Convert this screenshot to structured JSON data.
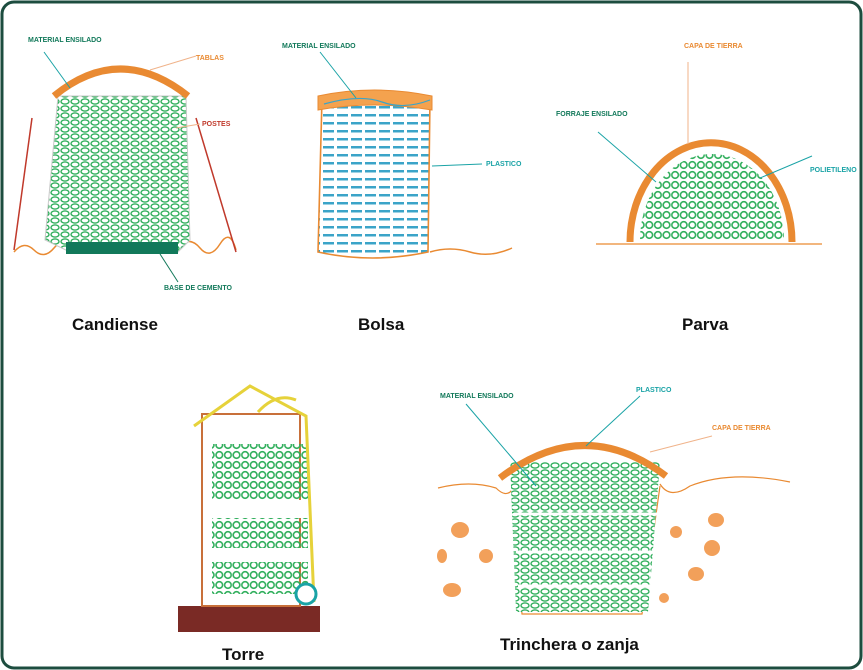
{
  "colors": {
    "frame": "#1d4d3f",
    "green": "#2fae5b",
    "dark_green": "#12795a",
    "orange": "#e98a32",
    "teal": "#1aa3a6",
    "red": "#c0392b",
    "yellow": "#e6d23a",
    "brown": "#7a2a25"
  },
  "diagrams": {
    "candiense": {
      "title": "Candiense",
      "labels": {
        "material": "MATERIAL ENSILADO",
        "tablas": "TABLAS",
        "postes": "POSTES",
        "base": "BASE DE CEMENTO"
      }
    },
    "bolsa": {
      "title": "Bolsa",
      "labels": {
        "material": "MATERIAL ENSILADO",
        "plastico": "PLASTICO"
      }
    },
    "parva": {
      "title": "Parva",
      "labels": {
        "capa": "CAPA DE TIERRA",
        "forraje": "FORRAJE ENSILADO",
        "polietileno": "POLIETILENO"
      }
    },
    "torre": {
      "title": "Torre"
    },
    "trinchera": {
      "title": "Trinchera o zanja",
      "labels": {
        "material": "MATERIAL ENSILADO",
        "plastico": "PLASTICO",
        "capa": "CAPA DE TIERRA"
      }
    }
  }
}
